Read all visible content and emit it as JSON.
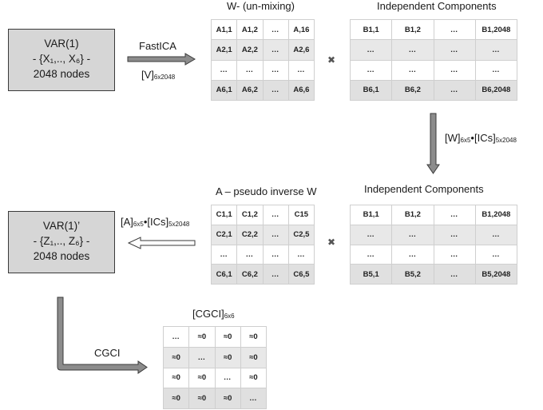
{
  "var_top": {
    "line1": "VAR(1)",
    "line2": "- {X₁,.., X₆} -",
    "line3": "2048 nodes"
  },
  "var_bottom": {
    "line1": "VAR(1)’",
    "line2": "- {Z₁,.., Z₆} -",
    "line3": "2048 nodes"
  },
  "fastica": {
    "label": "FastICA",
    "formula_main": "[V]",
    "formula_sub": "6x2048"
  },
  "w_matrix": {
    "title": "W- (un-mixing)",
    "rows": [
      [
        "A1,1",
        "A1,2",
        "…",
        "A,16"
      ],
      [
        "A2,1",
        "A2,2",
        "…",
        "A2,6"
      ],
      [
        "…",
        "…",
        "…",
        "…"
      ],
      [
        "A6,1",
        "A6,2",
        "…",
        "A6,6"
      ]
    ]
  },
  "ic_top": {
    "title": "Independent  Components",
    "rows": [
      [
        "B1,1",
        "B1,2",
        "…",
        "B1,2048"
      ],
      [
        "…",
        "…",
        "…",
        "…"
      ],
      [
        "…",
        "…",
        "…",
        "…"
      ],
      [
        "B6,1",
        "B6,2",
        "…",
        "B6,2048"
      ]
    ]
  },
  "w_ics_formula": {
    "p1": "[W]",
    "s1": "6x5",
    "p2": "[ICs]",
    "s2": "5x2048"
  },
  "a_matrix": {
    "title": "A – pseudo inverse W",
    "rows": [
      [
        "C1,1",
        "C1,2",
        "…",
        "C15"
      ],
      [
        "C2,1",
        "C2,2",
        "…",
        "C2,5"
      ],
      [
        "…",
        "…",
        "…",
        "…"
      ],
      [
        "C6,1",
        "C6,2",
        "…",
        "C6,5"
      ]
    ]
  },
  "ic_bottom": {
    "title": "Independent   Components",
    "rows": [
      [
        "B1,1",
        "B1,2",
        "…",
        "B1,2048"
      ],
      [
        "…",
        "…",
        "…",
        "…"
      ],
      [
        "…",
        "…",
        "…",
        "…"
      ],
      [
        "B5,1",
        "B5,2",
        "…",
        "B5,2048"
      ]
    ]
  },
  "a_ics_formula": {
    "p1": "[A]",
    "s1": "6x5",
    "p2": "[ICs]",
    "s2": "5x2048"
  },
  "times_symbol": "✖",
  "cgci_label": "CGCI",
  "cgci_matrix": {
    "title_main": "[CGCI]",
    "title_sub": "6x6",
    "rows": [
      [
        "…",
        "≈0",
        "≈0",
        "≈0"
      ],
      [
        "≈0",
        "…",
        "≈0",
        "≈0"
      ],
      [
        "≈0",
        "≈0",
        "…",
        "≈0"
      ],
      [
        "≈0",
        "≈0",
        "≈0",
        "…"
      ]
    ]
  },
  "colors": {
    "arrow_fill": "#8c8c8c",
    "arrow_stroke": "#3a3a3a",
    "box_fill": "#d6d6d6"
  }
}
